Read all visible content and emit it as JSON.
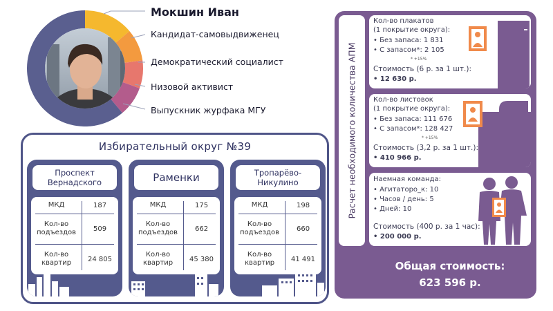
{
  "candidate": {
    "name": "Мокшин Иван",
    "traits": [
      "Кандидат-самовыдвиженец",
      "Демократический социалист",
      "Низовой активист",
      "Выпускник журфака МГУ"
    ],
    "ring_colors": [
      "#f5b82e",
      "#f39a3f",
      "#e7776d",
      "#b35c8c",
      "#5a5f8f"
    ]
  },
  "district": {
    "title": "Избирательный округ №39",
    "areas": [
      {
        "name": "Проспект Вернадского",
        "mkd_label": "МКД",
        "mkd": "187",
        "entr_label": "Кол-во подъездов",
        "entr": "509",
        "flats_label": "Кол-во квартир",
        "flats": "24 805"
      },
      {
        "name": "Раменки",
        "mkd_label": "МКД",
        "mkd": "175",
        "entr_label": "Кол-во подъездов",
        "entr": "662",
        "flats_label": "Кол-во квартир",
        "flats": "45 380"
      },
      {
        "name": "Тропарёво-Никулино",
        "mkd_label": "МКД",
        "mkd": "198",
        "entr_label": "Кол-во подъездов",
        "entr": "660",
        "flats_label": "Кол-во квартир",
        "flats": "41 491"
      }
    ]
  },
  "apm": {
    "vertical_title": "Расчет необходимого количества АПМ",
    "posters": {
      "title1": "Кол-во плакатов",
      "title2": "(1 покрытие округа):",
      "b1": "•  Без запаса: 1 831",
      "b2": "•  С запасом*: 2 105",
      "note": "* +15%",
      "cost": "Стоимость (6 р. за 1 шт.):",
      "cost_value": "•  12 630 р."
    },
    "leaflets": {
      "title1": "Кол-во листовок",
      "title2": "(1 покрытие округа):",
      "b1": "•  Без запаса: 111 676",
      "b2": "•  С запасом*: 128 427",
      "note": "* +15%",
      "cost": "Стоимость (3,2 р. за 1 шт.):",
      "cost_value": "•  410 966 р."
    },
    "team": {
      "title": "Наемная команда:",
      "b1": "•  Агитаторо_к: 10",
      "b2": "•  Часов / день: 5",
      "b3": "•  Дней: 10",
      "cost": "Стоимость (400 р. за 1 час):",
      "cost_value": "•  200 000 р."
    },
    "total_label": "Общая стоимость:",
    "total_value": "623 596 р."
  },
  "colors": {
    "navy": "#545a8d",
    "purple": "#7a5b91",
    "orange": "#f08a4b"
  }
}
